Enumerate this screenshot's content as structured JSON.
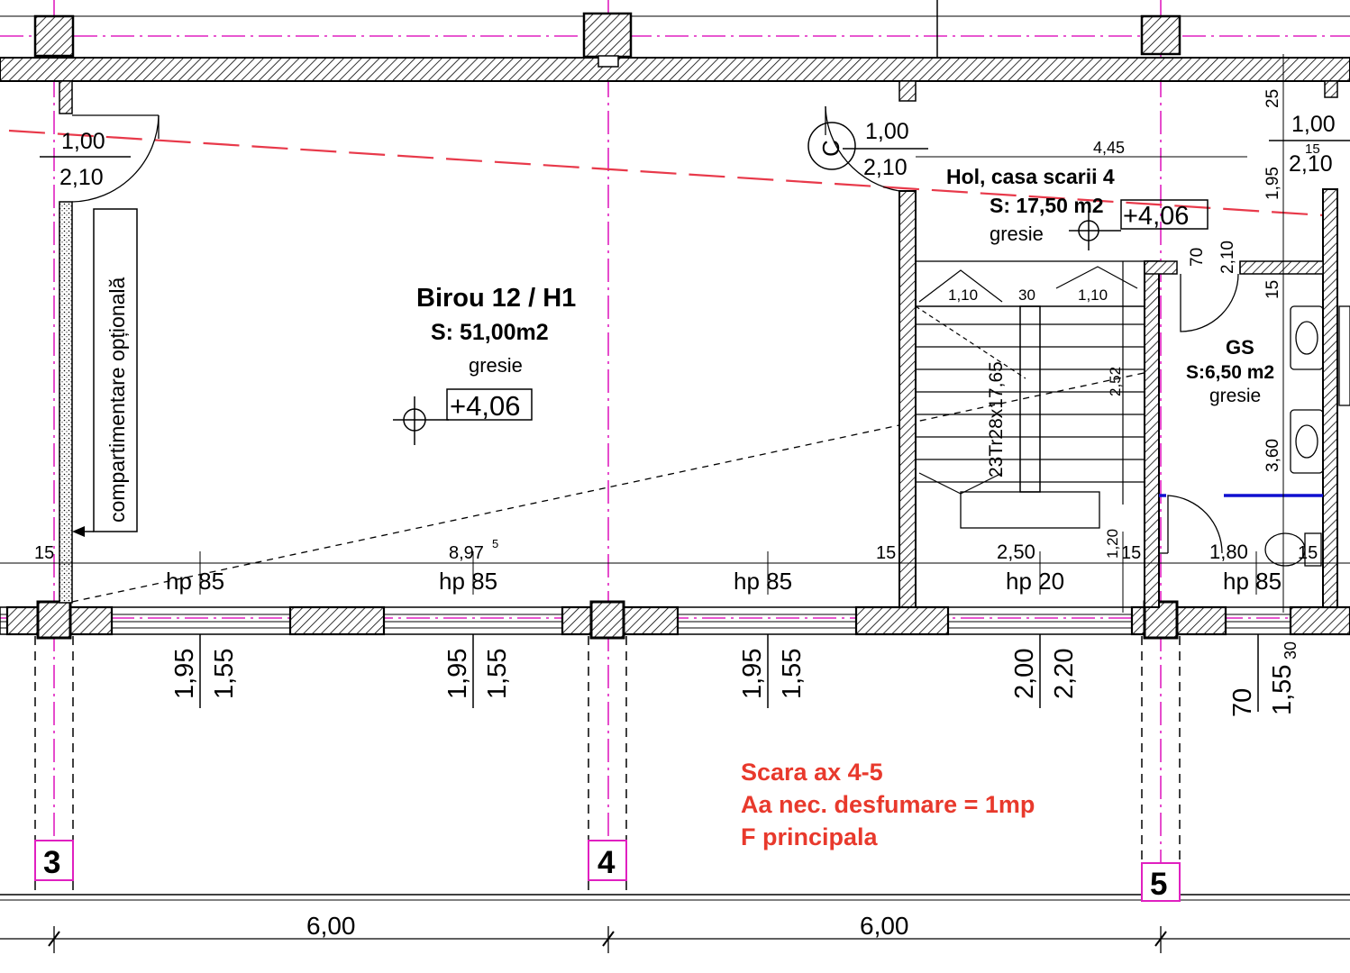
{
  "colors": {
    "axis": "#e020c0",
    "section_cut": "#e8394a",
    "note": "#e8392c",
    "partition": "#1010d0",
    "line": "#000000"
  },
  "rooms": {
    "birou": {
      "name": "Birou 12 / H1",
      "area": "S: 51,00m2",
      "floor": "gresie",
      "level": "+4,06"
    },
    "hol": {
      "name": "Hol, casa scarii 4",
      "area": "S: 17,50 m2",
      "floor": "gresie",
      "level": "+4,06"
    },
    "gs": {
      "name": "GS",
      "area": "S:6,50 m2",
      "floor": "gresie"
    }
  },
  "partition_label": "compartimentare opțională",
  "doors": [
    {
      "width": "1,00",
      "height": "2,10"
    },
    {
      "width": "1,00",
      "height": "2,10"
    },
    {
      "width": "1,00",
      "height": "2,10"
    }
  ],
  "section_marker": "C",
  "stairs": {
    "label": "23Tr28x17,65",
    "dims": [
      "1,10",
      "30",
      "1,10"
    ],
    "length": "2,52",
    "top_dim": "4,45"
  },
  "dims": {
    "d_15a": "15",
    "d_897": "8,97",
    "d_897_sup": "5",
    "d_15b": "15",
    "d_250": "2,50",
    "d_120": "1,20",
    "d_15c": "15",
    "d_180": "1,80",
    "d_15d": "15",
    "d_25": "25",
    "d_195": "1,95",
    "d_15e": "15",
    "d_210": "2,10",
    "d_70": "70",
    "d_360": "3,60",
    "d_30": "30",
    "d_155": "1,55",
    "d_70b": "70",
    "d_15f": "15"
  },
  "parapets": [
    "hp 85",
    "hp 85",
    "hp 85",
    "hp 20",
    "hp 85"
  ],
  "windows": [
    {
      "h1": "1,95",
      "h2": "1,55"
    },
    {
      "h1": "1,95",
      "h2": "1,55"
    },
    {
      "h1": "1,95",
      "h2": "1,55"
    },
    {
      "h1": "2,00",
      "h2": "2,20"
    }
  ],
  "axes": [
    "3",
    "4",
    "5"
  ],
  "bays": [
    "6,00",
    "6,00"
  ],
  "note": [
    "Scara ax 4-5",
    "Aa nec. desfumare = 1mp",
    "F principala"
  ]
}
